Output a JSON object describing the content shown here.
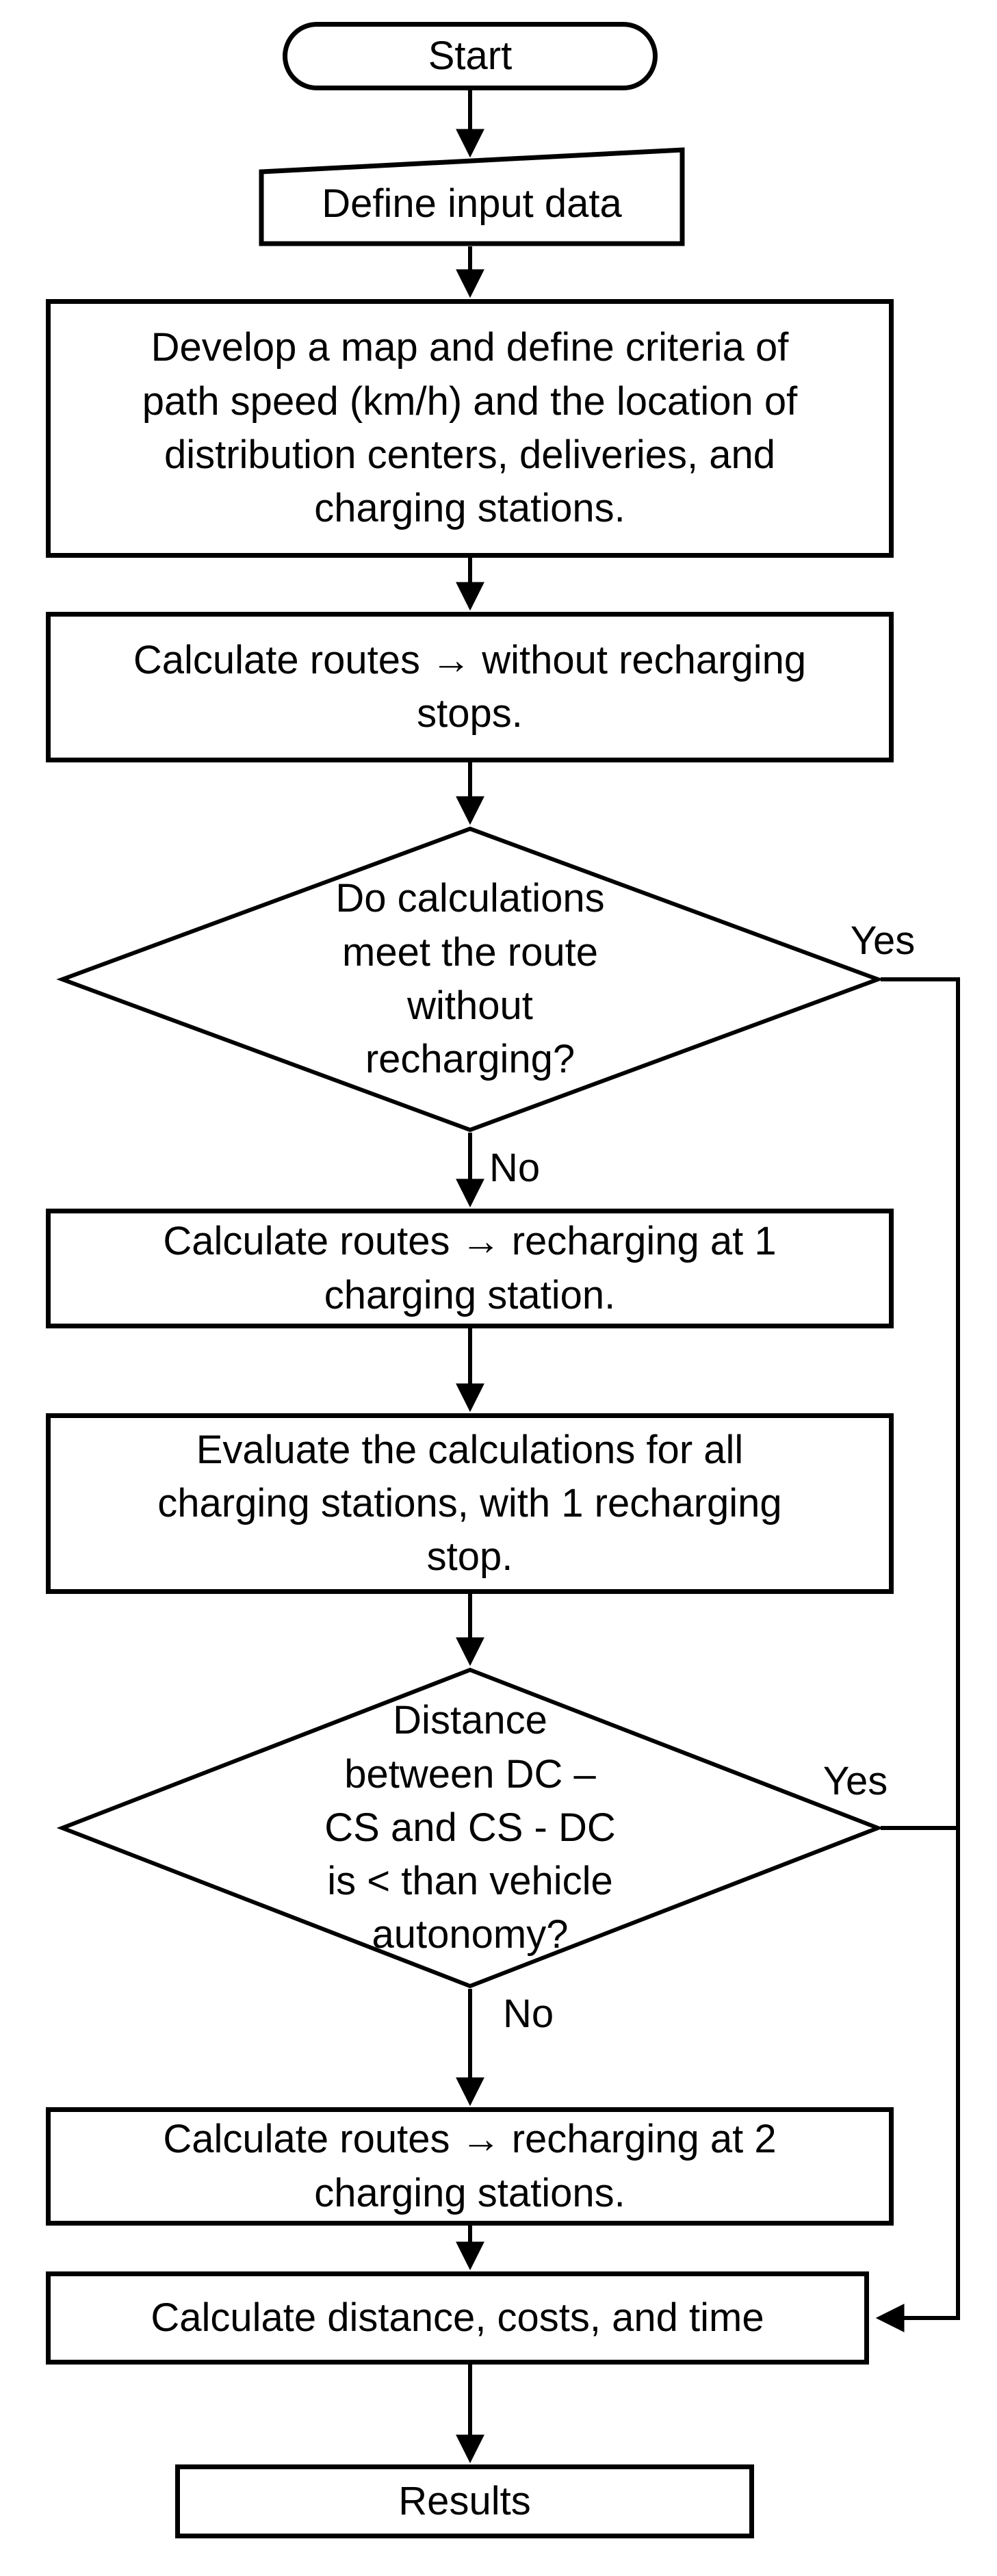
{
  "colors": {
    "background": "#ffffff",
    "stroke": "#000000",
    "text": "#000000"
  },
  "nodes": {
    "start": {
      "type": "terminator",
      "label": "Start"
    },
    "define_input": {
      "type": "manual-input",
      "label": "Define input data"
    },
    "develop_map": {
      "type": "process",
      "label": "Develop a map and define criteria of\npath speed (km/h) and the location of\ndistribution centers, deliveries, and\ncharging stations."
    },
    "calc_no_recharge": {
      "type": "process",
      "label": "Calculate routes → without recharging\nstops."
    },
    "decision_no_recharge": {
      "type": "decision",
      "label": "Do calculations\nmeet the route\nwithout\nrecharging?"
    },
    "calc_one_station": {
      "type": "process",
      "label": "Calculate routes → recharging at 1\ncharging station."
    },
    "evaluate_all": {
      "type": "process",
      "label": "Evaluate the calculations for all\ncharging stations, with 1 recharging\nstop."
    },
    "decision_distance": {
      "type": "decision",
      "label": "Distance\nbetween DC –\nCS and CS - DC\nis < than vehicle\nautonomy?"
    },
    "calc_two_stations": {
      "type": "process",
      "label": "Calculate routes → recharging at 2\ncharging stations."
    },
    "calc_distance_costs": {
      "type": "process",
      "label": "Calculate distance, costs, and time"
    },
    "results": {
      "type": "process",
      "label": "Results"
    }
  },
  "edge_labels": {
    "decision1_yes": "Yes",
    "decision1_no": "No",
    "decision2_yes": "Yes",
    "decision2_no": "No"
  }
}
